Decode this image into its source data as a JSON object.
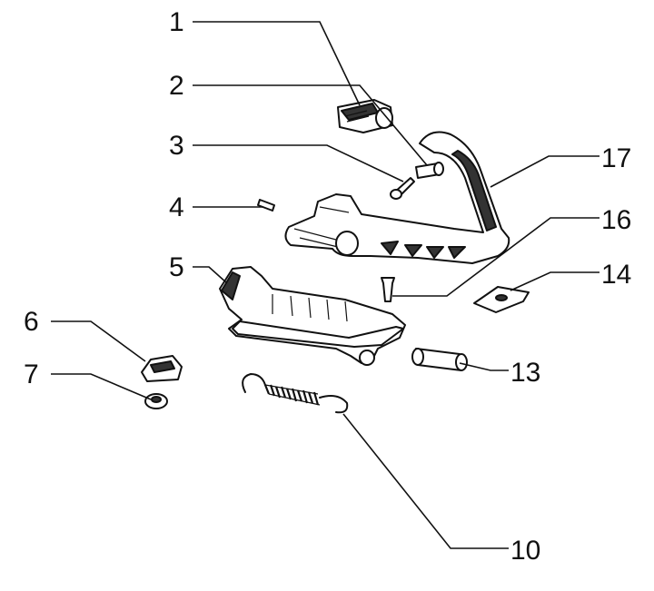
{
  "callouts": [
    {
      "id": "c1",
      "label": "1"
    },
    {
      "id": "c2",
      "label": "2"
    },
    {
      "id": "c3",
      "label": "3"
    },
    {
      "id": "c4",
      "label": "4"
    },
    {
      "id": "c5",
      "label": "5"
    },
    {
      "id": "c6",
      "label": "6"
    },
    {
      "id": "c7",
      "label": "7"
    },
    {
      "id": "c10",
      "label": "10"
    },
    {
      "id": "c13",
      "label": "13"
    },
    {
      "id": "c14",
      "label": "14"
    },
    {
      "id": "c16",
      "label": "16"
    },
    {
      "id": "c17",
      "label": "17"
    }
  ]
}
